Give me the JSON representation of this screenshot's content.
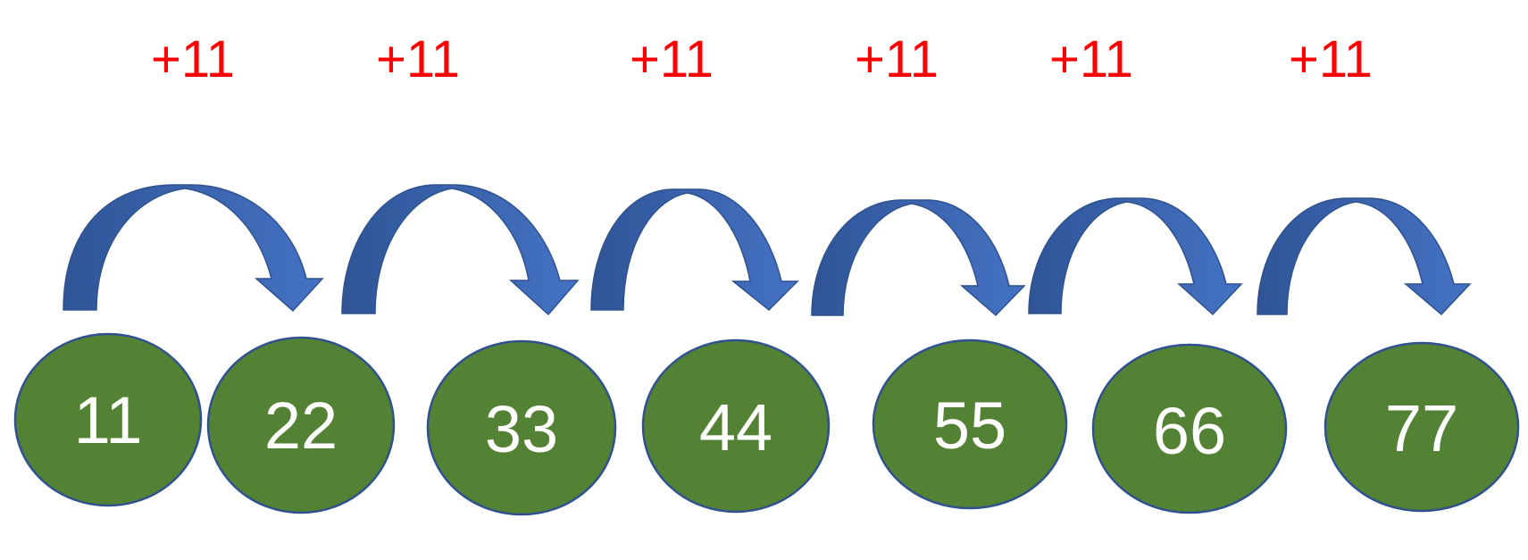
{
  "colors": {
    "node_fill": "#548235",
    "node_stroke": "#2f528f",
    "node_text": "#ffffff",
    "arrow_fill_left": "#2f5597",
    "arrow_fill_right": "#4472c4",
    "arrow_stroke": "#2f528f",
    "step_label": "#ff0000"
  },
  "nodes": [
    {
      "label": "11"
    },
    {
      "label": "22"
    },
    {
      "label": "33"
    },
    {
      "label": "44"
    },
    {
      "label": "55"
    },
    {
      "label": "66"
    },
    {
      "label": "77"
    }
  ],
  "steps": [
    {
      "label": "+11"
    },
    {
      "label": "+11"
    },
    {
      "label": "+11"
    },
    {
      "label": "+11"
    },
    {
      "label": "+11"
    },
    {
      "label": "+11"
    }
  ]
}
